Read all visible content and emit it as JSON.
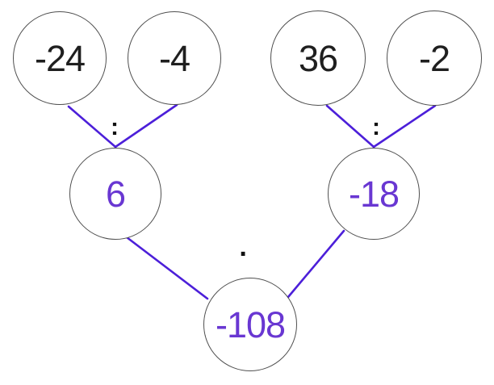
{
  "diagram": {
    "type": "number-tree",
    "background": "#ffffff",
    "colors": {
      "edge": "#4c1fd9",
      "result_text": "#6937d2",
      "operand_text": "#1f1f1f",
      "circle_border": "#4f4f4f",
      "operator_text": "#111111"
    },
    "nodes": [
      {
        "id": "top-left-1",
        "value": "-24",
        "role": "operand"
      },
      {
        "id": "top-left-2",
        "value": "-4",
        "role": "operand"
      },
      {
        "id": "top-right-1",
        "value": "36",
        "role": "operand"
      },
      {
        "id": "top-right-2",
        "value": "-2",
        "role": "operand"
      },
      {
        "id": "mid-left",
        "value": "6",
        "role": "result"
      },
      {
        "id": "mid-right",
        "value": "-18",
        "role": "result"
      },
      {
        "id": "bottom",
        "value": "-108",
        "role": "result"
      }
    ],
    "operators": {
      "left_division": ":",
      "right_division": ":",
      "multiplication": "·"
    },
    "edges": [
      {
        "from": "-24",
        "to": "6"
      },
      {
        "from": "-4",
        "to": "6"
      },
      {
        "from": "36",
        "to": "-18"
      },
      {
        "from": "-2",
        "to": "-18"
      },
      {
        "from": "6",
        "to": "-108"
      },
      {
        "from": "-18",
        "to": "-108"
      }
    ],
    "relations": [
      "-24 : -4 = 6",
      "36 : -2 = -18",
      "6 · -18 = -108"
    ]
  }
}
